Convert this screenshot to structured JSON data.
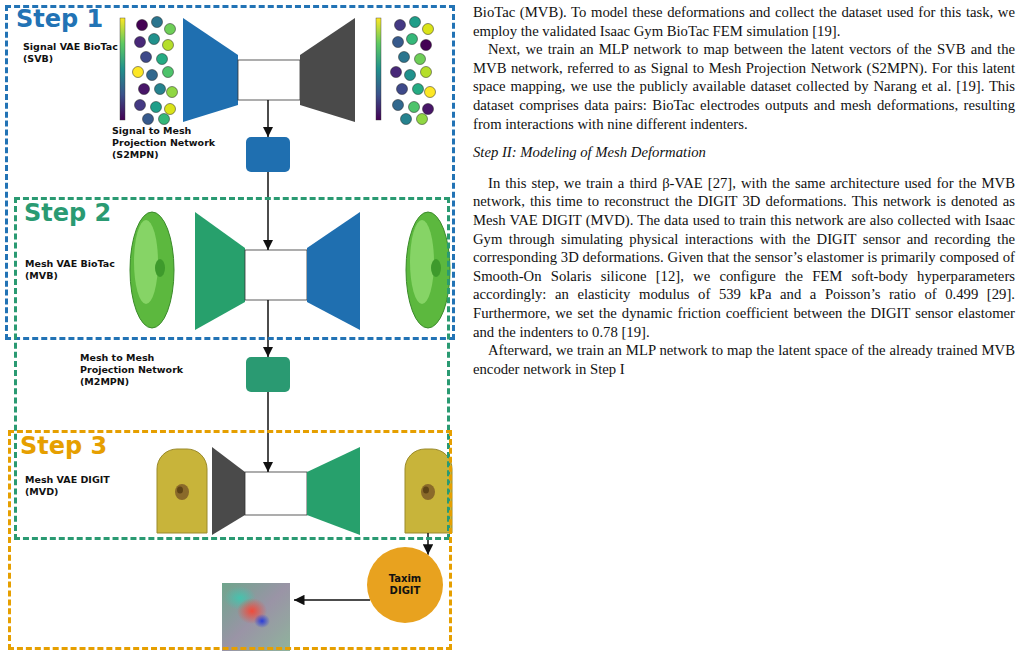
{
  "diagram": {
    "nodes": [
      {
        "text": [
          "Step 1"
        ]
      },
      {
        "text": [
          "Signal VAE BioTac (SVB)"
        ],
        "in": 0
      },
      {
        "text": [
          "Signal to Mesh Projection Network (S2MPN)"
        ],
        "in": 0
      },
      {
        "text": [
          "Step 2"
        ]
      },
      {
        "text": [
          "Mesh VAE BioTac (MVB)"
        ],
        "in": 3
      },
      {
        "text": [
          "Mesh to Mesh Projection Network (M2MPN)"
        ],
        "in": 3
      },
      {
        "text": [
          "Step 3"
        ]
      },
      {
        "text": [
          "Mesh VAE DIGIT (MVD)"
        ],
        "in": 6
      },
      {
        "text": [
          "Taxim DIGIT"
        ],
        "in": 6
      }
    ],
    "edges": [
      {
        "from": 1,
        "to": 2,
        "arrow": "to"
      },
      {
        "from": 2,
        "to": 4,
        "arrow": "to"
      },
      {
        "from": 4,
        "to": 5,
        "arrow": "to"
      },
      {
        "from": 5,
        "to": 7,
        "arrow": "to"
      },
      {
        "from": 7,
        "to": 8,
        "arrow": "to"
      }
    ],
    "labels": [
      "BioTac (MVB). To model these deformations and collect the dataset used for this task, we employ the validated Isaac Gym BioTac FEM simulation [19].",
      "Next, we train an MLP network to map between the latent vectors of the SVB and the MVB network, referred to as Signal to Mesh Projection Network (S2MPN). For this latent space mapping, we use the publicly available dataset collected by Narang et al. [19]. This dataset comprises data pairs: BioTac electrodes outputs and mesh deformations, resulting from interactions with nine different indenters.",
      "Step II: Modeling of Mesh Deformation",
      "In this step, we train a third β-VAE [27], with the same architecture used for the MVB network, this time to reconstruct the DIGIT 3D deformations. This network is denoted as Mesh VAE DIGIT (MVD). The data used to train this network are also collected with Isaac Gym through simulating physical interactions with the DIGIT sensor and recording the corresponding 3D deformations. Given that the sensor’s elastomer is primarily composed of Smooth-On Solaris silicone [12], we configure the FEM soft-body hyperparameters accordingly: an elasticity modulus of 539 kPa and a Poisson’s ratio of 0.499 [29]. Furthermore, we set the dynamic friction coefficient between the DIGIT sensor elastomer and the indenters to 0.78 [19].",
      "Afterward, we train an MLP network to map the latent space of the already trained MVB encoder network in Step I"
    ]
  }
}
